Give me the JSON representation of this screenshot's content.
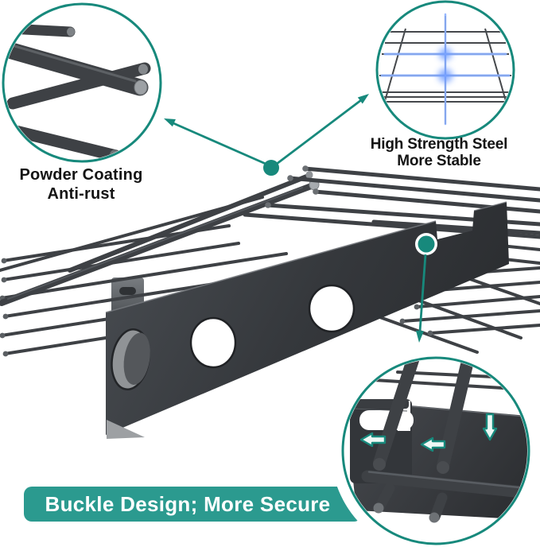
{
  "colors": {
    "accent_teal": "#17897c",
    "banner_teal": "#2b9a8f",
    "highlight_blue": "#5e8df2",
    "text_dark": "#141414",
    "banner_text": "#ffffff"
  },
  "callout_powder": {
    "line1": "Powder Coating",
    "line2": "Anti-rust"
  },
  "callout_steel": {
    "line1": "High Strength Steel",
    "line2": "More Stable"
  },
  "banner": {
    "label": "Buckle Design; More Secure"
  },
  "icons": {
    "powder_inset": "powder-coated-tubes-closeup",
    "steel_inset": "steel-grid-stress-highlight",
    "buckle_inset": "buckle-hook-closeup",
    "markers": "teal-callout-dots-and-arrows"
  }
}
